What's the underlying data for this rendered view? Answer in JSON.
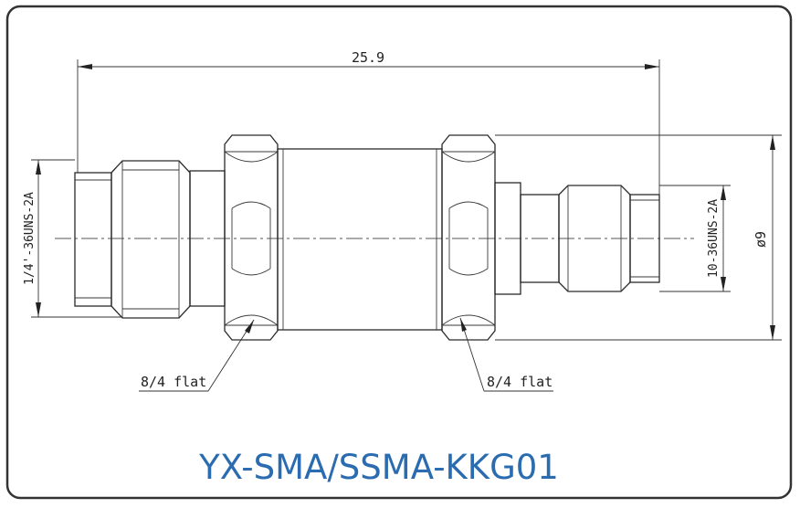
{
  "drawing": {
    "overall_length": "25.9",
    "left_thread": "1/4'-36UNS-2A",
    "right_thread": "10-36UNS-2A",
    "outer_diameter": "ø9",
    "left_flat": "8/4 flat",
    "right_flat": "8/4 flat",
    "part_number": "YX-SMA/SSMA-KKG01"
  },
  "colors": {
    "line": "#2a2a2a",
    "title": "#2b6cb0",
    "frame": "#333333"
  }
}
